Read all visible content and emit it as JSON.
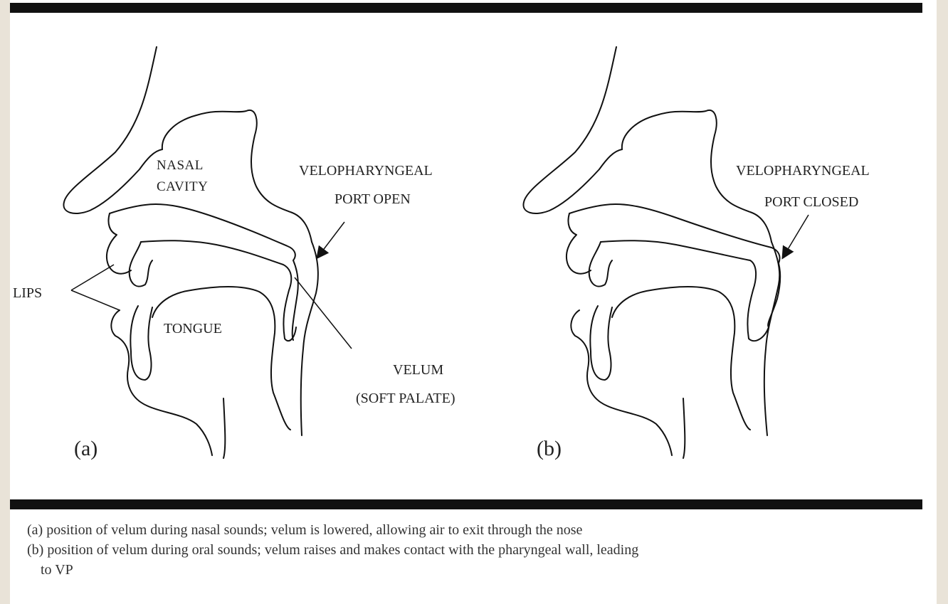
{
  "figure": {
    "panel_a": {
      "tag": "(a)",
      "labels": {
        "nasal_1": "NASAL",
        "nasal_2": "CAVITY",
        "port_1": "VELOPHARYNGEAL",
        "port_2": "PORT OPEN",
        "lips": "LIPS",
        "tongue": "TONGUE",
        "velum_1": "VELUM",
        "velum_2": "(SOFT PALATE)"
      }
    },
    "panel_b": {
      "tag": "(b)",
      "labels": {
        "port_1": "VELOPHARYNGEAL",
        "port_2": "PORT CLOSED"
      }
    }
  },
  "captions": {
    "a": "(a) position of velum during nasal sounds; velum is lowered, allowing air to exit through the nose",
    "b_line1": "(b) position of velum during oral sounds; velum raises and makes contact with the pharyngeal wall, leading",
    "b_line2": "to VP"
  }
}
